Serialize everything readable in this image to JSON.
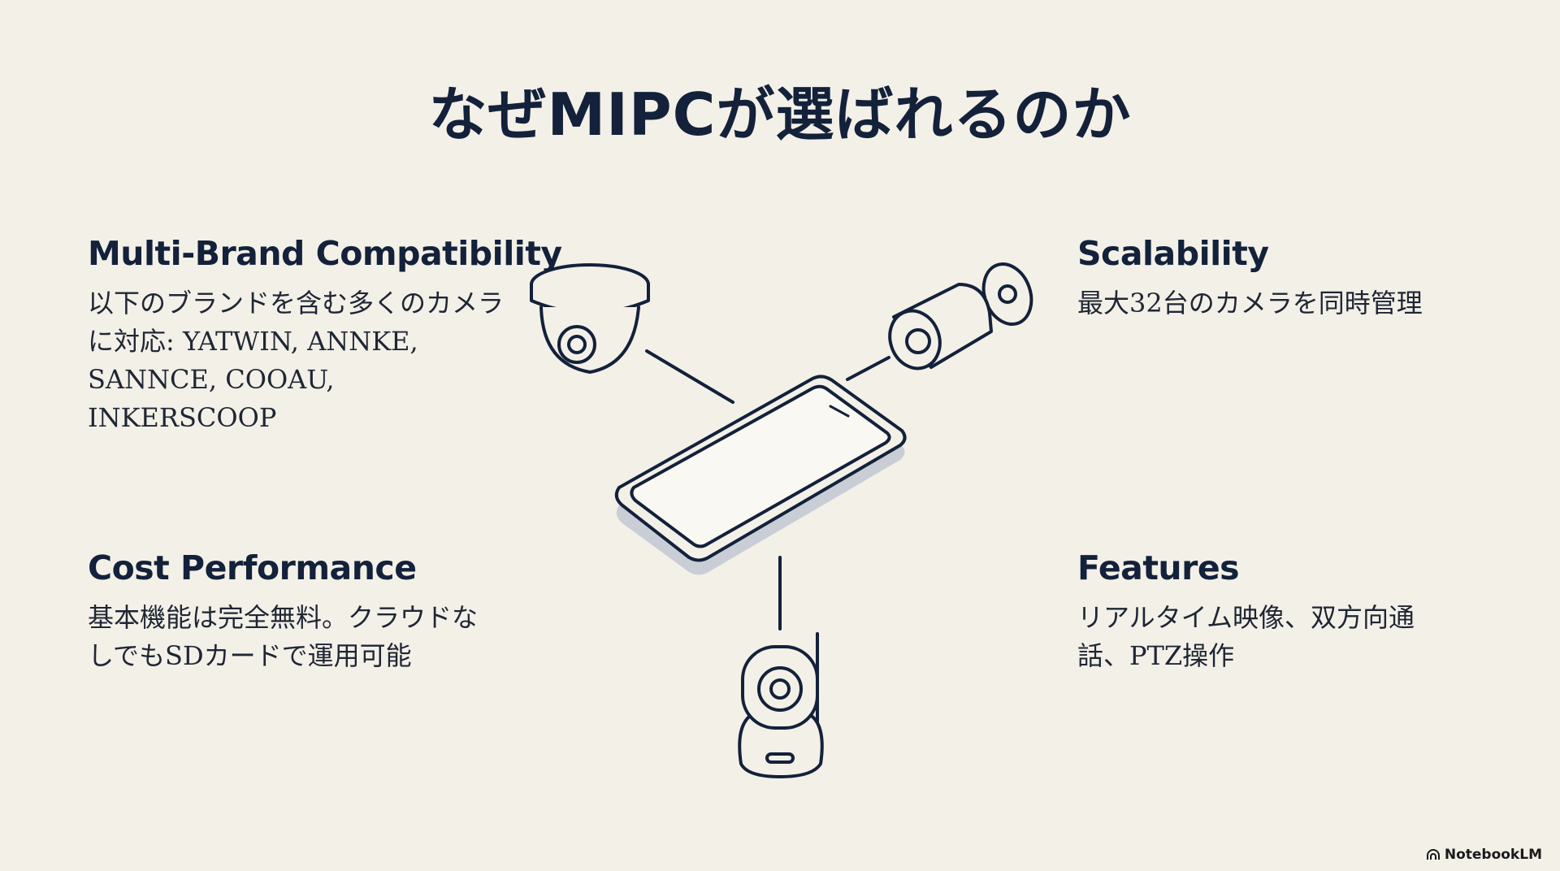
{
  "title": "なぜMIPCが選ばれるのか",
  "sections": [
    {
      "heading": "Multi-Brand Compatibility",
      "body": "以下のブランドを含む多くのカメラに対応: YATWIN, ANNKE, SANNCE, COOAU, INKERSCOOP"
    },
    {
      "heading": "Scalability",
      "body": "最大32台のカメラを同時管理"
    },
    {
      "heading": "Cost Performance",
      "body": "基本機能は完全無料。クラウドなしでもSDカードで運用可能"
    },
    {
      "heading": "Features",
      "body": "リアルタイム映像、双方向通話、PTZ操作"
    }
  ],
  "badge": {
    "label": "NotebookLM",
    "icon": "notebooklm-logo-icon"
  },
  "colors": {
    "background": "#f3f0e8",
    "ink": "#13213a"
  }
}
